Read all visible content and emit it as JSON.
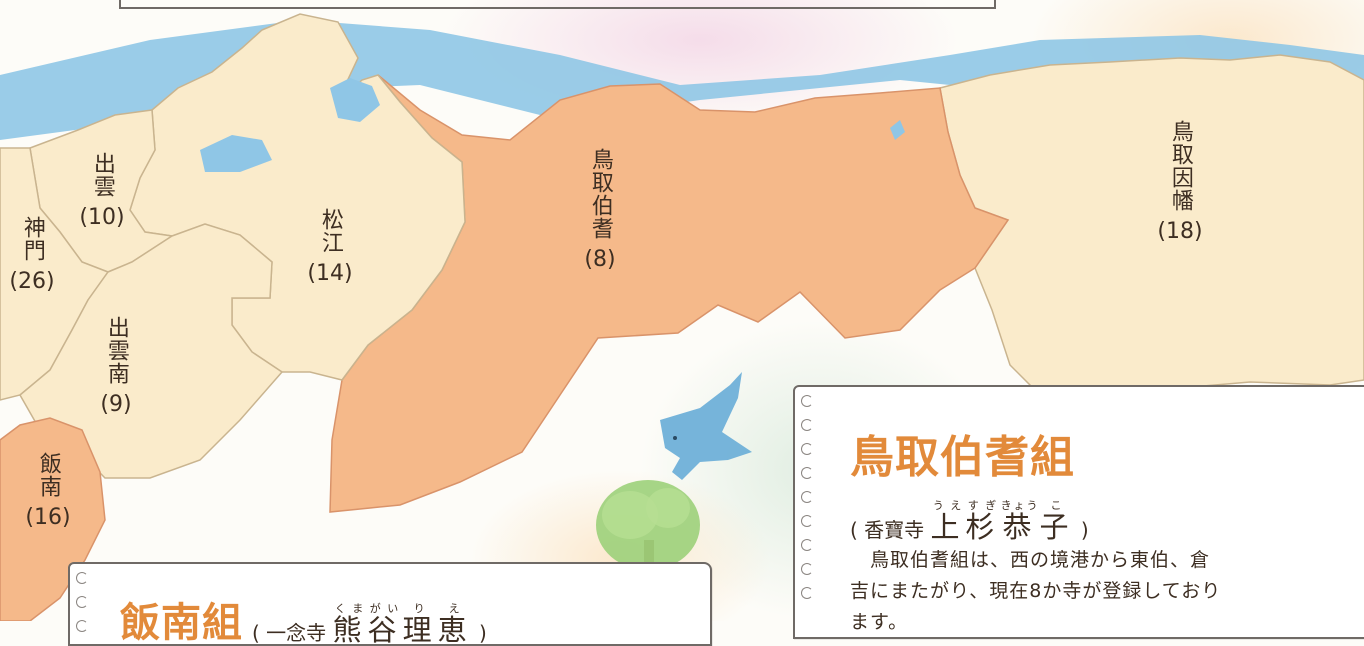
{
  "map": {
    "regions": [
      {
        "id": "izumo",
        "name": "出雲",
        "count": "(10)"
      },
      {
        "id": "kanbe",
        "name": "神門",
        "count": "(26)"
      },
      {
        "id": "izumo-minami",
        "name": "出雲南",
        "count": "(9)"
      },
      {
        "id": "hannan",
        "name": "飯南",
        "count": "(16)"
      },
      {
        "id": "matsue",
        "name": "松江",
        "count": "(14)"
      },
      {
        "id": "tottori-houki",
        "name": "鳥取伯耆",
        "count": "(8)"
      },
      {
        "id": "tottori-inaba",
        "name": "鳥取因幡",
        "count": "(18)"
      }
    ],
    "colors": {
      "highlight": "#f5b98a",
      "base": "#faebcb",
      "sea": "#8fc6e6",
      "border": "#c9b48f"
    }
  },
  "card_right": {
    "title": "鳥取伯耆組",
    "author_open": "(",
    "author_temple": "香寶寺",
    "author_name": [
      {
        "kanji": "上",
        "ruby": "うえ"
      },
      {
        "kanji": "杉",
        "ruby": "すぎ"
      },
      {
        "kanji": "恭",
        "ruby": "きょう"
      },
      {
        "kanji": "子",
        "ruby": "こ"
      }
    ],
    "author_close": ")",
    "body_lines": [
      "　鳥取伯耆組は、西の境港から東伯、倉",
      "吉にまたがり、現在8か寺が登録しており",
      "ます。"
    ]
  },
  "card_left": {
    "title": "飯南組",
    "author_open": "(",
    "author_temple": "一念寺",
    "author_name": [
      {
        "kanji": "熊",
        "ruby": "くま"
      },
      {
        "kanji": "谷",
        "ruby": "がい"
      },
      {
        "kanji": "理",
        "ruby": "り"
      },
      {
        "kanji": "恵",
        "ruby": "え"
      }
    ],
    "author_close": ")"
  },
  "decor": {
    "bird": "bluebird-icon",
    "tree": "tree-icon",
    "clover": "clover-icon"
  }
}
